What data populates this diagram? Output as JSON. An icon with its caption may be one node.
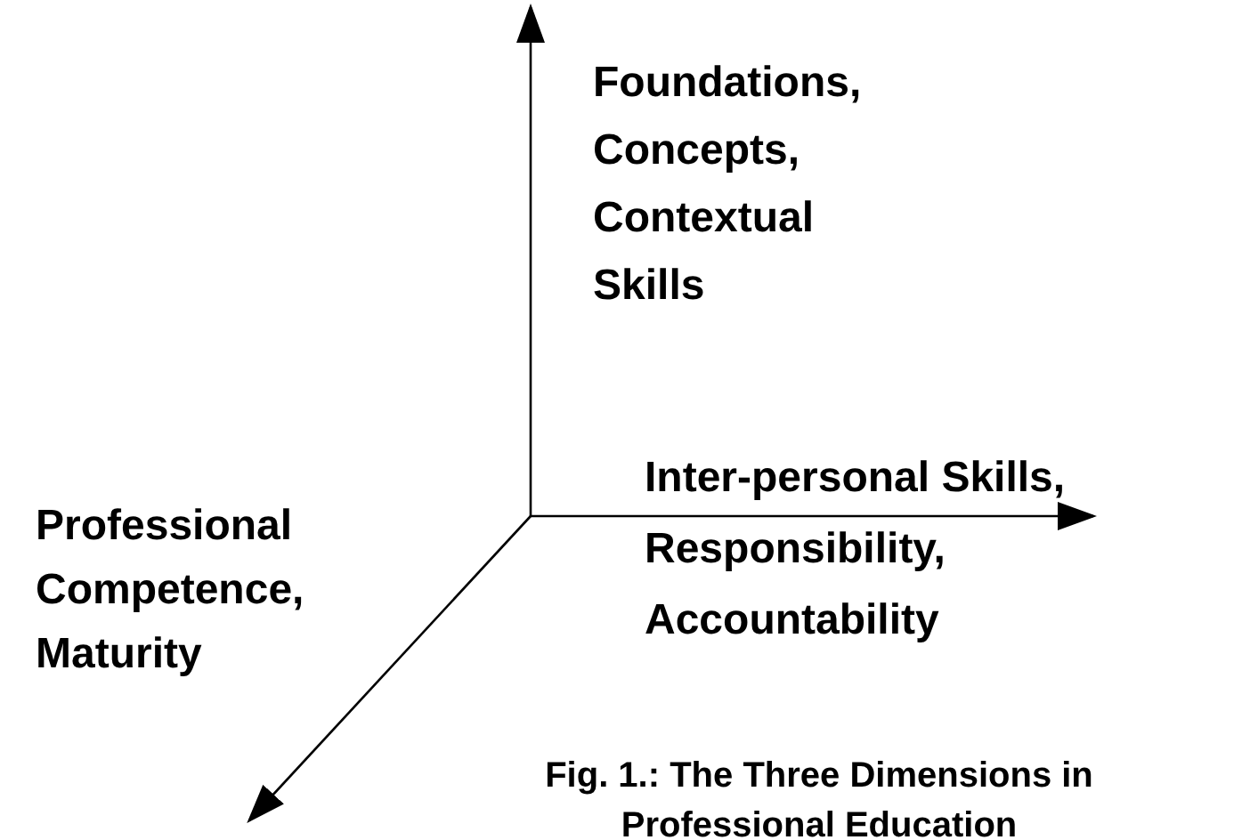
{
  "diagram": {
    "caption": "Fig. 1.: The Three Dimensions in Professional Education",
    "labels": [
      "Foundations, Concepts, Contextual Skills",
      "Professional Competence, Maturity",
      "Inter-personal Skills, Responsibility, Accountability"
    ]
  }
}
